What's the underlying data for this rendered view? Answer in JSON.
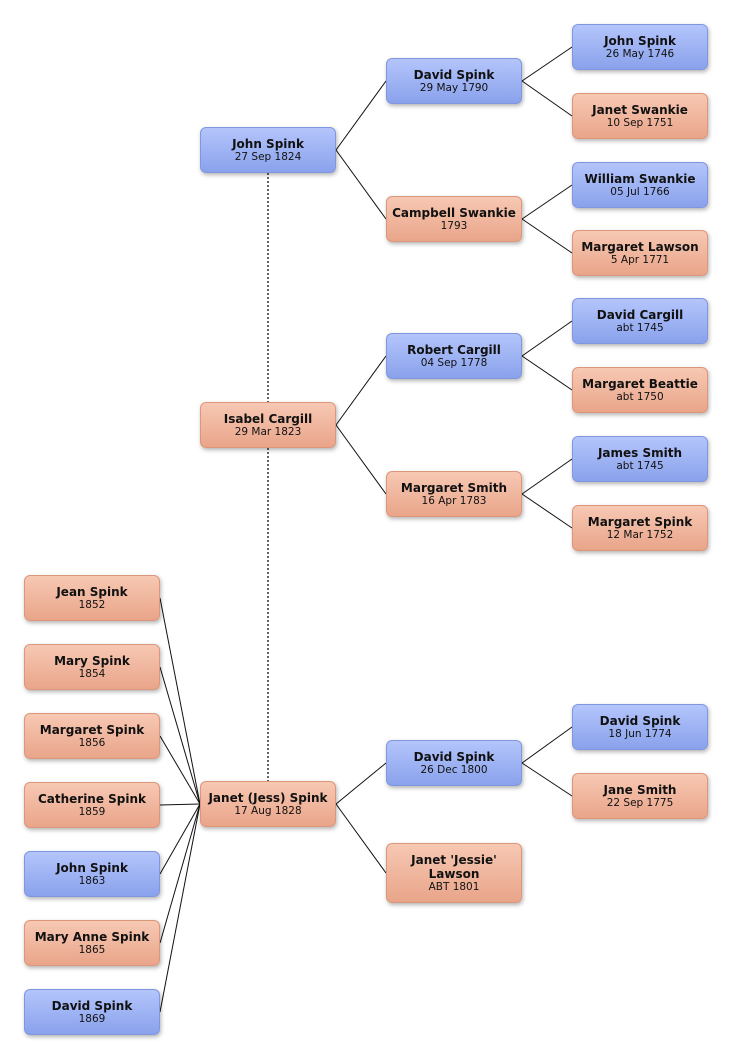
{
  "people": [
    {
      "id": "john_1824",
      "name": "John Spink",
      "date": "27 Sep 1824",
      "sex": "male"
    },
    {
      "id": "isabel",
      "name": "Isabel Cargill",
      "date": "29 Mar 1823",
      "sex": "female"
    },
    {
      "id": "janet_jess",
      "name": "Janet (Jess) Spink",
      "date": "17 Aug 1828",
      "sex": "female"
    },
    {
      "id": "david_1790",
      "name": "David Spink",
      "date": "29 May 1790",
      "sex": "male"
    },
    {
      "id": "campbell",
      "name": "Campbell Swankie",
      "date": "1793",
      "sex": "female"
    },
    {
      "id": "robert",
      "name": "Robert Cargill",
      "date": "04 Sep 1778",
      "sex": "male"
    },
    {
      "id": "margaret_smith",
      "name": "Margaret Smith",
      "date": "16 Apr 1783",
      "sex": "female"
    },
    {
      "id": "david_1800",
      "name": "David Spink",
      "date": "26 Dec 1800",
      "sex": "male"
    },
    {
      "id": "janet_jessie",
      "name": "Janet 'Jessie' Lawson",
      "date": "ABT 1801",
      "sex": "female"
    },
    {
      "id": "john_1746",
      "name": "John Spink",
      "date": "26 May 1746",
      "sex": "male"
    },
    {
      "id": "janet_swankie",
      "name": "Janet Swankie",
      "date": "10 Sep 1751",
      "sex": "female"
    },
    {
      "id": "william",
      "name": "William Swankie",
      "date": "05 Jul 1766",
      "sex": "male"
    },
    {
      "id": "margaret_lawson",
      "name": "Margaret Lawson",
      "date": "5 Apr 1771",
      "sex": "female"
    },
    {
      "id": "david_cargill",
      "name": "David Cargill",
      "date": "abt 1745",
      "sex": "male"
    },
    {
      "id": "margaret_beattie",
      "name": "Margaret Beattie",
      "date": "abt 1750",
      "sex": "female"
    },
    {
      "id": "james",
      "name": "James Smith",
      "date": "abt 1745",
      "sex": "male"
    },
    {
      "id": "margaret_spink",
      "name": "Margaret Spink",
      "date": "12 Mar 1752",
      "sex": "female"
    },
    {
      "id": "david_1774",
      "name": "David Spink",
      "date": "18 Jun 1774",
      "sex": "male"
    },
    {
      "id": "jane",
      "name": "Jane Smith",
      "date": "22 Sep 1775",
      "sex": "female"
    },
    {
      "id": "jean",
      "name": "Jean Spink",
      "date": "1852",
      "sex": "female"
    },
    {
      "id": "mary",
      "name": "Mary Spink",
      "date": "1854",
      "sex": "female"
    },
    {
      "id": "margaret_1856",
      "name": "Margaret Spink",
      "date": "1856",
      "sex": "female"
    },
    {
      "id": "catherine",
      "name": "Catherine Spink",
      "date": "1859",
      "sex": "female"
    },
    {
      "id": "john_1863",
      "name": "John Spink",
      "date": "1863",
      "sex": "male"
    },
    {
      "id": "mary_anne",
      "name": "Mary Anne Spink",
      "date": "1865",
      "sex": "female"
    },
    {
      "id": "david_1869",
      "name": "David Spink",
      "date": "1869",
      "sex": "male"
    }
  ],
  "links": [
    [
      "john_1824",
      "david_1790"
    ],
    [
      "john_1824",
      "campbell"
    ],
    [
      "isabel",
      "robert"
    ],
    [
      "isabel",
      "margaret_smith"
    ],
    [
      "janet_jess",
      "david_1800"
    ],
    [
      "janet_jess",
      "janet_jessie"
    ],
    [
      "david_1790",
      "john_1746"
    ],
    [
      "david_1790",
      "janet_swankie"
    ],
    [
      "campbell",
      "william"
    ],
    [
      "campbell",
      "margaret_lawson"
    ],
    [
      "robert",
      "david_cargill"
    ],
    [
      "robert",
      "margaret_beattie"
    ],
    [
      "margaret_smith",
      "james"
    ],
    [
      "margaret_smith",
      "margaret_spink"
    ],
    [
      "david_1800",
      "david_1774"
    ],
    [
      "david_1800",
      "jane"
    ],
    [
      "janet_jess",
      "jean"
    ],
    [
      "janet_jess",
      "mary"
    ],
    [
      "janet_jess",
      "margaret_1856"
    ],
    [
      "janet_jess",
      "catherine"
    ],
    [
      "janet_jess",
      "john_1863"
    ],
    [
      "janet_jess",
      "mary_anne"
    ],
    [
      "janet_jess",
      "david_1869"
    ]
  ],
  "dashed_links": [
    [
      "john_1824",
      "isabel"
    ],
    [
      "isabel",
      "janet_jess"
    ]
  ],
  "colors": {
    "male": "#9fb3f5",
    "female": "#f1b79e",
    "line": "#111111"
  }
}
